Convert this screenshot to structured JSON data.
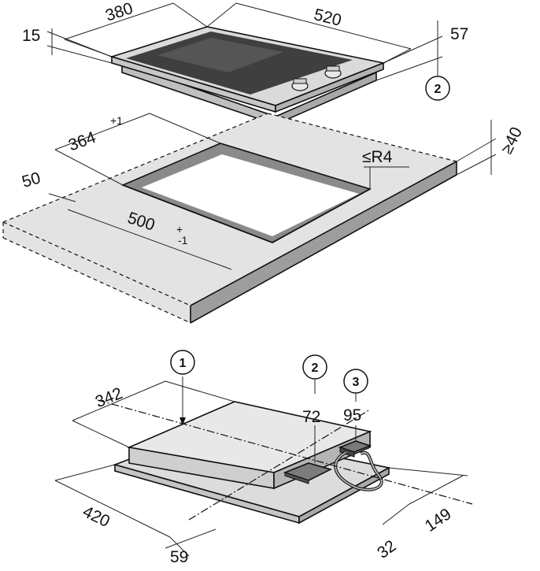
{
  "colors": {
    "counter_top": "#e3e3e3",
    "counter_front": "#9a9a9a",
    "counter_side": "#bdbdbd",
    "cutout_wall": "#8a8a8a",
    "hob_glass": "#3e3e3e",
    "hob_frame": "#d9d9d9",
    "underside": "#e4e4e4",
    "line": "#111111"
  },
  "top_view": {
    "dims": {
      "width_front": "380",
      "depth": "520",
      "glass_height": "15",
      "total_height": "57"
    },
    "callout": "2"
  },
  "cutout": {
    "dims": {
      "width": "364",
      "width_tol": "+1",
      "front_offset": "50",
      "depth": "500",
      "depth_tol_top": "+",
      "depth_tol_bottom": "-1",
      "min_thickness": "≥40",
      "radius": "≤R4"
    }
  },
  "bottom_view": {
    "dims": {
      "width": "342",
      "depth": "420",
      "front_offset": "59",
      "conn_a": "72",
      "conn_b": "95",
      "side_offset": "32",
      "rear_offset": "149"
    },
    "callouts": [
      "1",
      "2",
      "3"
    ]
  }
}
